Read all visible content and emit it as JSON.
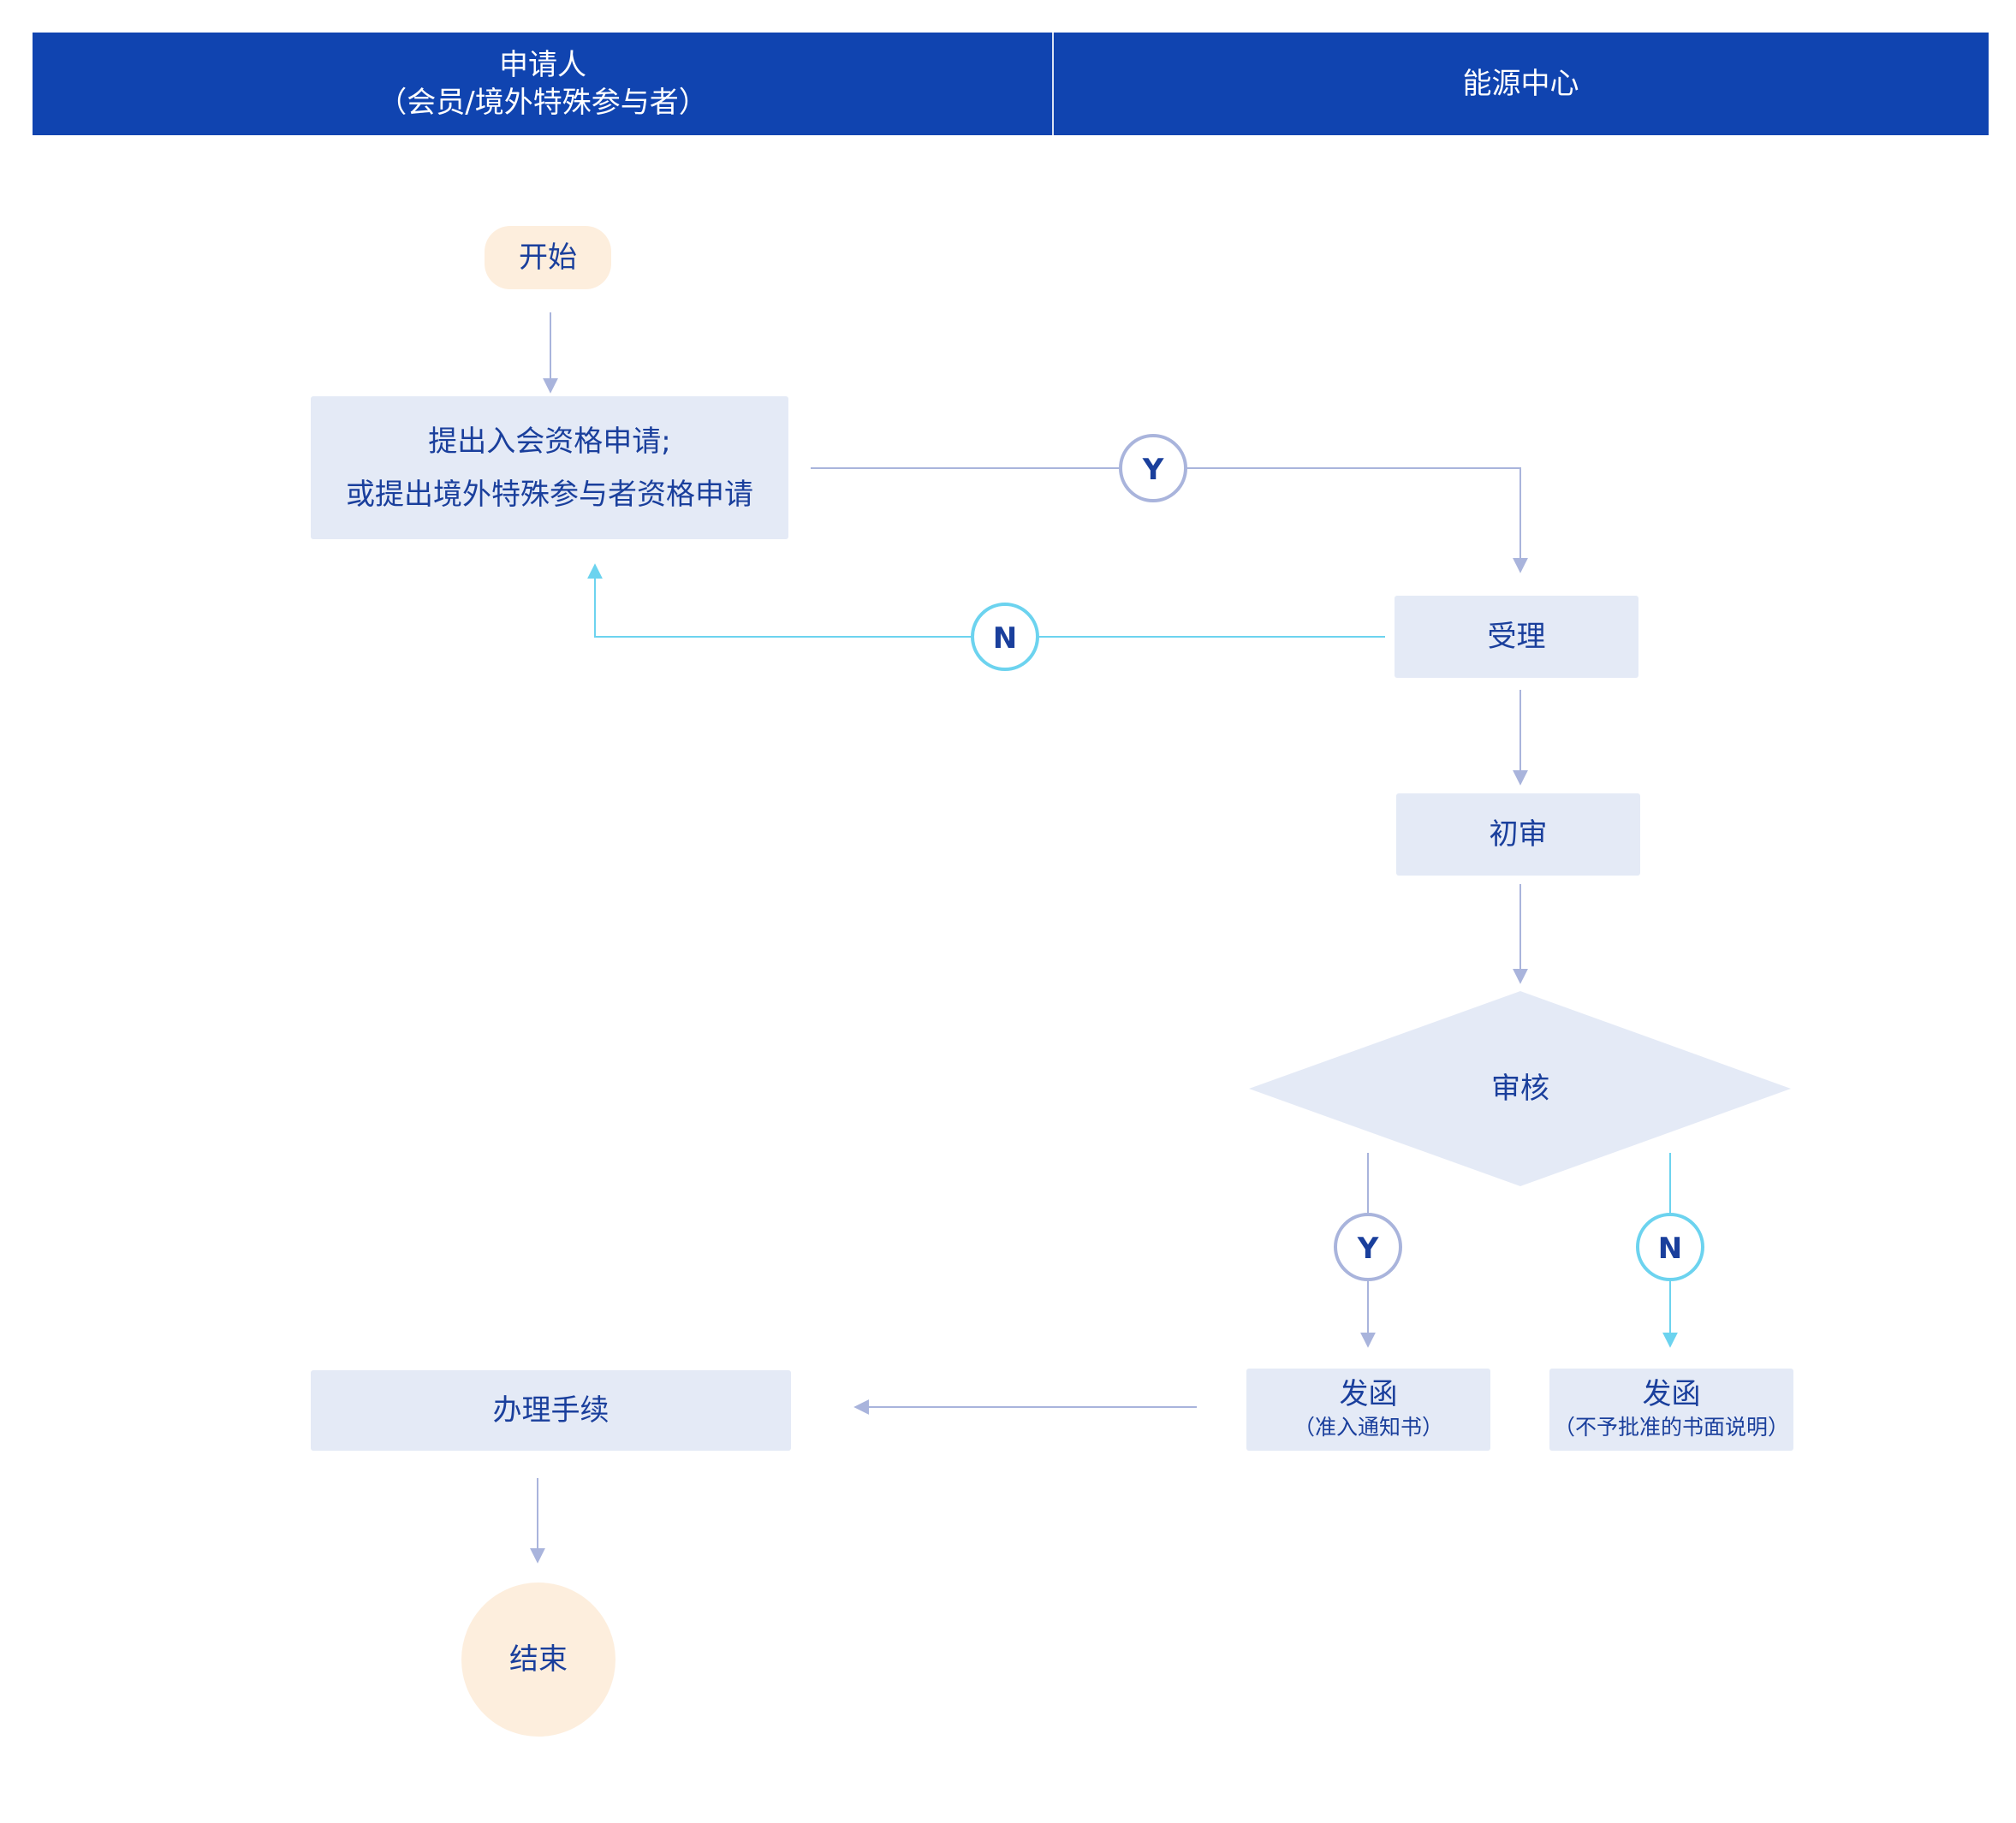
{
  "lanes": {
    "applicant_title": "申请人",
    "applicant_subtitle": "（会员/境外特殊参与者）",
    "energy_center": "能源中心"
  },
  "nodes": {
    "start": "开始",
    "apply_line1": "提出入会资格申请;",
    "apply_line2": "或提出境外特殊参与者资格申请",
    "accept": "受理",
    "preliminary_review": "初审",
    "review": "审核",
    "letter_yes_title": "发函",
    "letter_yes_sub": "（准入通知书）",
    "letter_no_title": "发函",
    "letter_no_sub": "（不予批准的书面说明）",
    "process": "办理手续",
    "end": "结束"
  },
  "decisions": {
    "yes": "Y",
    "no": "N"
  },
  "colors": {
    "header_blue": "#1044b0",
    "node_fill": "#e4eaf6",
    "terminal_fill": "#fdeedd",
    "text_blue": "#1a3f9c",
    "yes_path": "#a9b4dc",
    "no_path": "#6cd3ef"
  }
}
